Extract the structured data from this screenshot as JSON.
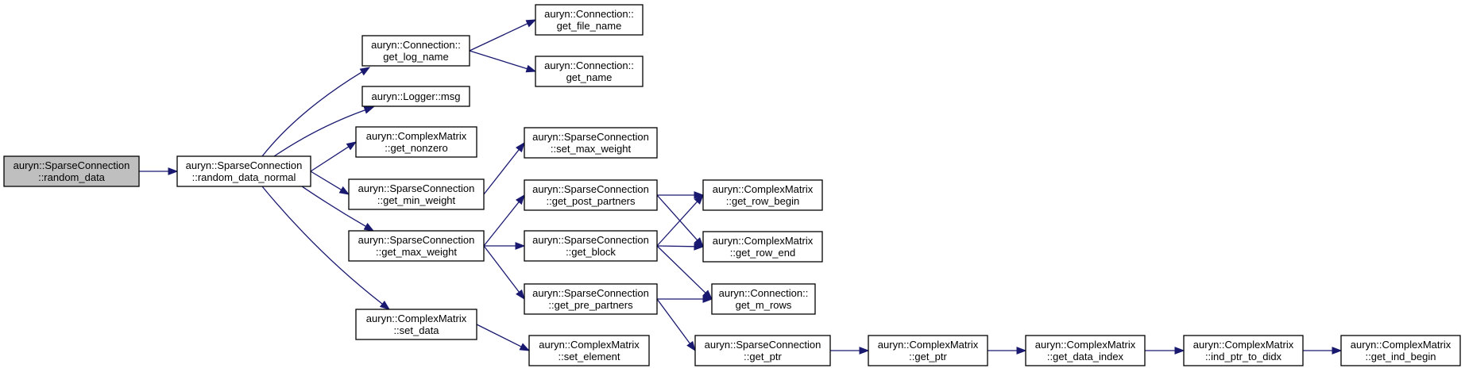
{
  "diagram": {
    "edge_color": "#191970",
    "root_fill": "#bfbfbf",
    "nodes": [
      {
        "id": "random_data",
        "lines": [
          "auryn::SparseConnection",
          "::random_data"
        ],
        "root": true
      },
      {
        "id": "random_data_normal",
        "lines": [
          "auryn::SparseConnection",
          "::random_data_normal"
        ]
      },
      {
        "id": "conn_get_log_name",
        "lines": [
          "auryn::Connection::",
          "get_log_name"
        ]
      },
      {
        "id": "logger_msg",
        "lines": [
          "auryn::Logger::msg"
        ]
      },
      {
        "id": "cm_get_nonzero",
        "lines": [
          "auryn::ComplexMatrix",
          "::get_nonzero"
        ]
      },
      {
        "id": "sc_get_min_weight",
        "lines": [
          "auryn::SparseConnection",
          "::get_min_weight"
        ]
      },
      {
        "id": "sc_get_max_weight",
        "lines": [
          "auryn::SparseConnection",
          "::get_max_weight"
        ]
      },
      {
        "id": "cm_set_data",
        "lines": [
          "auryn::ComplexMatrix",
          "::set_data"
        ]
      },
      {
        "id": "conn_get_file_name",
        "lines": [
          "auryn::Connection::",
          "get_file_name"
        ]
      },
      {
        "id": "conn_get_name",
        "lines": [
          "auryn::Connection::",
          "get_name"
        ]
      },
      {
        "id": "sc_set_max_weight",
        "lines": [
          "auryn::SparseConnection",
          "::set_max_weight"
        ]
      },
      {
        "id": "sc_get_post_partners",
        "lines": [
          "auryn::SparseConnection",
          "::get_post_partners"
        ]
      },
      {
        "id": "sc_get_block",
        "lines": [
          "auryn::SparseConnection",
          "::get_block"
        ]
      },
      {
        "id": "sc_get_pre_partners",
        "lines": [
          "auryn::SparseConnection",
          "::get_pre_partners"
        ]
      },
      {
        "id": "cm_set_element",
        "lines": [
          "auryn::ComplexMatrix",
          "::set_element"
        ]
      },
      {
        "id": "cm_get_row_begin",
        "lines": [
          "auryn::ComplexMatrix",
          "::get_row_begin"
        ]
      },
      {
        "id": "cm_get_row_end",
        "lines": [
          "auryn::ComplexMatrix",
          "::get_row_end"
        ]
      },
      {
        "id": "conn_get_m_rows",
        "lines": [
          "auryn::Connection::",
          "get_m_rows"
        ]
      },
      {
        "id": "sc_get_ptr",
        "lines": [
          "auryn::SparseConnection",
          "::get_ptr"
        ]
      },
      {
        "id": "cm_get_ptr",
        "lines": [
          "auryn::ComplexMatrix",
          "::get_ptr"
        ]
      },
      {
        "id": "cm_get_data_index",
        "lines": [
          "auryn::ComplexMatrix",
          "::get_data_index"
        ]
      },
      {
        "id": "cm_ind_ptr_to_didx",
        "lines": [
          "auryn::ComplexMatrix",
          "::ind_ptr_to_didx"
        ]
      },
      {
        "id": "cm_get_ind_begin",
        "lines": [
          "auryn::ComplexMatrix",
          "::get_ind_begin"
        ]
      }
    ],
    "edges": [
      {
        "from": "random_data",
        "to": "random_data_normal"
      },
      {
        "from": "random_data_normal",
        "to": "conn_get_log_name"
      },
      {
        "from": "random_data_normal",
        "to": "logger_msg"
      },
      {
        "from": "random_data_normal",
        "to": "cm_get_nonzero"
      },
      {
        "from": "random_data_normal",
        "to": "sc_get_min_weight"
      },
      {
        "from": "random_data_normal",
        "to": "sc_get_max_weight"
      },
      {
        "from": "random_data_normal",
        "to": "cm_set_data"
      },
      {
        "from": "conn_get_log_name",
        "to": "conn_get_file_name"
      },
      {
        "from": "conn_get_log_name",
        "to": "conn_get_name"
      },
      {
        "from": "sc_get_min_weight",
        "to": "sc_set_max_weight"
      },
      {
        "from": "sc_get_max_weight",
        "to": "sc_get_post_partners"
      },
      {
        "from": "sc_get_max_weight",
        "to": "sc_get_block"
      },
      {
        "from": "sc_get_max_weight",
        "to": "sc_get_pre_partners"
      },
      {
        "from": "cm_set_data",
        "to": "cm_set_element"
      },
      {
        "from": "sc_get_post_partners",
        "to": "cm_get_row_begin"
      },
      {
        "from": "sc_get_post_partners",
        "to": "cm_get_row_end"
      },
      {
        "from": "sc_get_block",
        "to": "cm_get_row_begin"
      },
      {
        "from": "sc_get_block",
        "to": "cm_get_row_end"
      },
      {
        "from": "sc_get_block",
        "to": "conn_get_m_rows"
      },
      {
        "from": "sc_get_pre_partners",
        "to": "conn_get_m_rows"
      },
      {
        "from": "sc_get_pre_partners",
        "to": "sc_get_ptr"
      },
      {
        "from": "sc_get_ptr",
        "to": "cm_get_ptr"
      },
      {
        "from": "cm_get_ptr",
        "to": "cm_get_data_index"
      },
      {
        "from": "cm_get_data_index",
        "to": "cm_ind_ptr_to_didx"
      },
      {
        "from": "cm_ind_ptr_to_didx",
        "to": "cm_get_ind_begin"
      }
    ]
  }
}
